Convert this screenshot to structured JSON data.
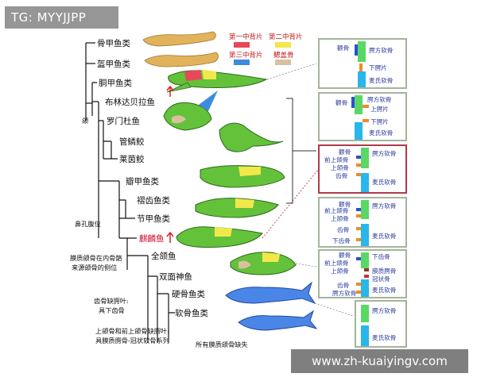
{
  "watermark_top": "TG: MYYJJPP",
  "watermark_bottom": "www.zh-kuaiyingv.com",
  "taxa": [
    {
      "label": "骨甲鱼类",
      "highlight": false
    },
    {
      "label": "盔甲鱼类",
      "highlight": false
    },
    {
      "label": "胴甲鱼类",
      "highlight": false
    },
    {
      "label": "布林达贝拉鱼",
      "highlight": false
    },
    {
      "label": "罗门杜鱼",
      "highlight": false
    },
    {
      "label": "管鳞鲛",
      "highlight": false
    },
    {
      "label": "莱茵鲛",
      "highlight": false
    },
    {
      "label": "瓣甲鱼类",
      "highlight": false
    },
    {
      "label": "褶齿鱼类",
      "highlight": false
    },
    {
      "label": "节甲鱼类",
      "highlight": false
    },
    {
      "label": "麒麟鱼",
      "highlight": true
    },
    {
      "label": "全颌鱼",
      "highlight": false
    },
    {
      "label": "双面神鱼",
      "highlight": false
    },
    {
      "label": "硬骨鱼类",
      "highlight": false
    },
    {
      "label": "软骨鱼类",
      "highlight": false
    }
  ],
  "node_notes": {
    "jaw": "颌",
    "nasal": "鼻孔腹位",
    "dermal": [
      "膜质颌骨在内骨骼",
      "来源颌骨的侧位"
    ],
    "dentary": [
      "齿骨缺腭叶:",
      "具下齿骨"
    ],
    "premax": [
      "上颌骨和前上颌骨缺腭叶:",
      "具膜质腭骨-冠状软骨系列"
    ],
    "lost": "所有膜质颌骨缺失"
  },
  "legend": [
    {
      "label": "第一中背片",
      "color": "#e8475a"
    },
    {
      "label": "第二中背片",
      "color": "#f2e84a"
    },
    {
      "label": "第三中背片",
      "color": "#3d8be0"
    },
    {
      "label": "鳃盖骨",
      "color": "#d9c0a0"
    }
  ],
  "colors": {
    "fish_green": "#63c23a",
    "fish_outline": "#2d6a1c",
    "agnathan_tan": "#e2b25c",
    "shark_blue": "#4a86e8",
    "panel_border": "#a5b49a",
    "panel_highlight": "#b03a4a",
    "cartilage_green": "#5ad866",
    "cyan_bone": "#29b6ea",
    "red_arrow": "#e0202a"
  },
  "panels": [
    {
      "labels": [
        "颧骨",
        "腭方软骨",
        "下腭片",
        "麦氏软骨"
      ]
    },
    {
      "labels": [
        "颧骨",
        "腭方软骨",
        "上腭片",
        "下腭片",
        "麦氏软骨"
      ]
    },
    {
      "labels": [
        "颧骨",
        "前上颌骨",
        "上颌骨",
        "齿骨",
        "腭方软骨",
        "麦氏软骨"
      ]
    },
    {
      "labels": [
        "颧骨",
        "前上颌骨",
        "上颌骨",
        "齿骨",
        "下齿骨",
        "腭方软骨",
        "麦氏软骨"
      ]
    },
    {
      "labels": [
        "颧骨",
        "前上颌骨",
        "上颌骨",
        "齿骨",
        "下齿骨",
        "腭方软骨",
        "膜质腭骨",
        "冠状骨",
        "麦氏软骨"
      ]
    },
    {
      "labels": [
        "腭方软骨",
        "麦氏软骨"
      ]
    }
  ]
}
